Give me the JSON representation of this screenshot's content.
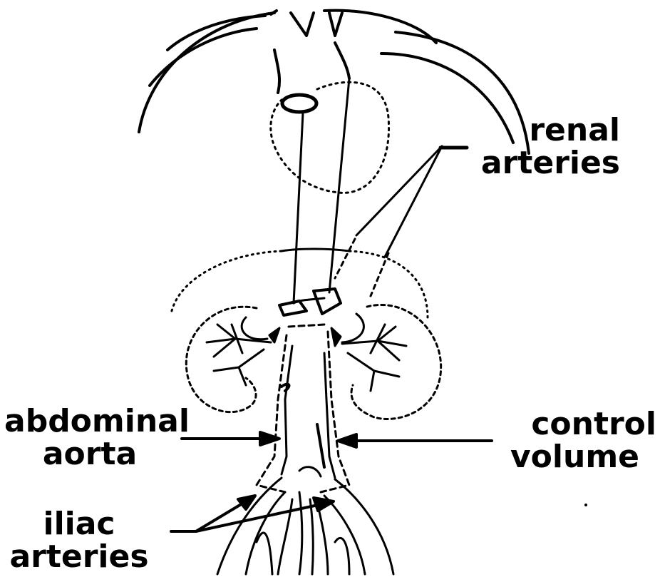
{
  "labels": {
    "renal_line1": "renal",
    "renal_line2": "arteries",
    "abdominal_line1": "abdominal",
    "abdominal_line2": "aorta",
    "control_line1": "control",
    "control_line2": "volume",
    "iliac_line1": "iliac",
    "iliac_line2": "arteries"
  },
  "colors": {
    "ink": "#000000",
    "background": "#ffffff"
  }
}
